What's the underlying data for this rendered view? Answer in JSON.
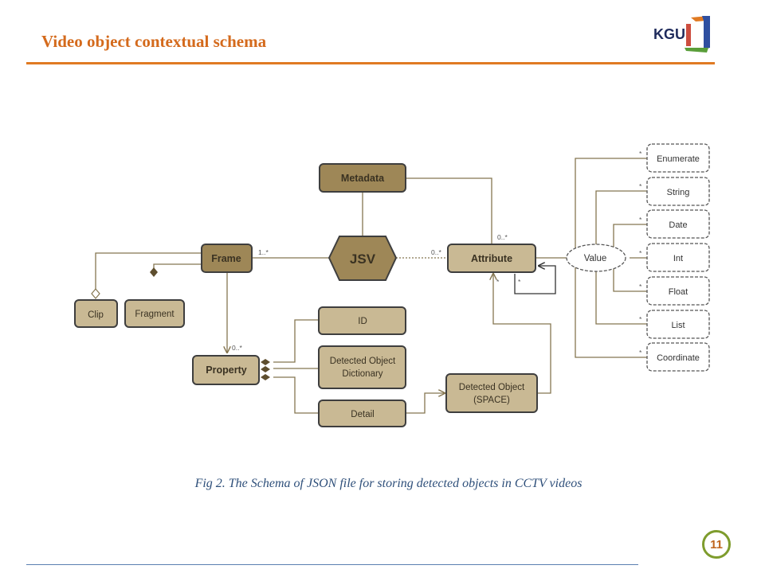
{
  "slide": {
    "title": "Video object contextual schema",
    "logo_text": "KGU",
    "caption": "Fig 2. The Schema of JSON file for storing detected objects in CCTV videos",
    "page_number": "11"
  },
  "colors": {
    "title": "#D46A1C",
    "rule": "#E07A22",
    "dark_node": "#9E8757",
    "light_node": "#C9B994",
    "node_border": "#3E3E3E",
    "connector": "#857650",
    "caption": "#2E4F7A",
    "badge_ring": "#7E9C2D"
  },
  "diagram": {
    "nodes": {
      "metadata": "Metadata",
      "jsv": "JSV",
      "frame": "Frame",
      "attribute": "Attribute",
      "clip": "Clip",
      "fragment": "Fragment",
      "property": "Property",
      "id": "ID",
      "detected_object_dictionary_line1": "Detected Object",
      "detected_object_dictionary_line2": "Dictionary",
      "detail": "Detail",
      "detected_object_space_line1": "Detected Object",
      "detected_object_space_line2": "(SPACE)",
      "value": "Value"
    },
    "value_types": [
      "Enumerate",
      "String",
      "Date",
      "Int",
      "Float",
      "List",
      "Coordinate"
    ],
    "multiplicities": {
      "frame_jsv": "1..*",
      "jsv_attribute": "0..*",
      "metadata_attribute": "0..*",
      "frame_property": "0..*",
      "attribute_self_1": "*",
      "attribute_self_2": "*",
      "value_type": "*"
    }
  }
}
